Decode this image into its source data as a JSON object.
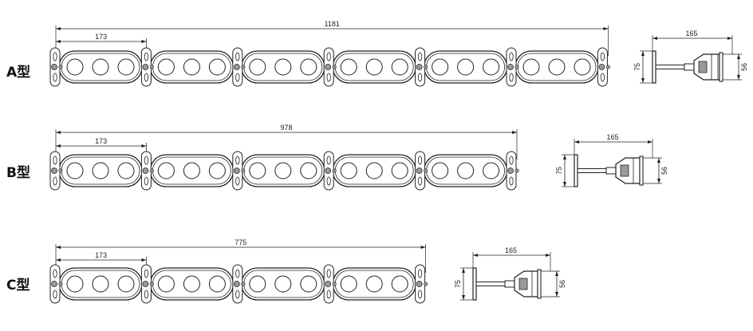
{
  "diagram": {
    "rows": [
      {
        "label": "A型",
        "total_length": "1181",
        "segment_length": "173",
        "segment_count": 6,
        "side_view": {
          "depth": "165",
          "height": "75",
          "head_height": "56"
        }
      },
      {
        "label": "B型",
        "total_length": "978",
        "segment_length": "173",
        "segment_count": 5,
        "side_view": {
          "depth": "165",
          "height": "75",
          "head_height": "56"
        }
      },
      {
        "label": "C型",
        "total_length": "775",
        "segment_length": "173",
        "segment_count": 4,
        "side_view": {
          "depth": "165",
          "height": "75",
          "head_height": "56"
        }
      }
    ],
    "colors": {
      "line": "#222222",
      "fill": "#ffffff",
      "shade": "#9a9a9a"
    }
  }
}
